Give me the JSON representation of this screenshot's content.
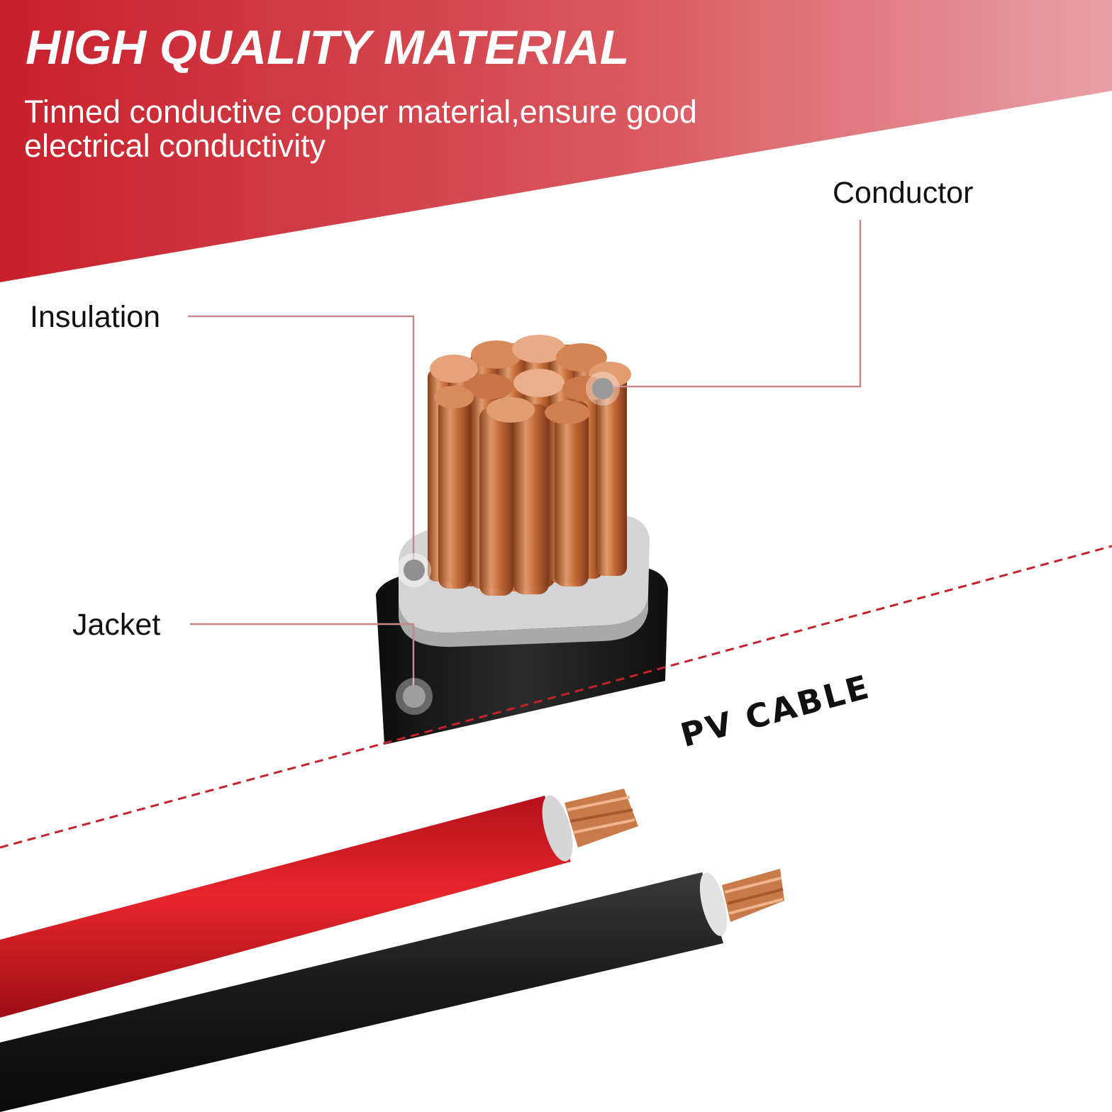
{
  "banner": {
    "headline": "HIGH QUALITY MATERIAL",
    "description": "Tinned conductive copper material,ensure good electrical conductivity"
  },
  "callouts": {
    "conductor": "Conductor",
    "insulation": "Insulation",
    "jacket": "Jacket"
  },
  "product_label": "PV CABLE",
  "colors": {
    "banner_red": "#c8202c",
    "banner_light": "#e8a0a6",
    "leader_line": "#c9878c",
    "copper": "#c8743e",
    "jacket_black": "#1c1c1c",
    "insulation_gray": "#d6d6d6",
    "cable_red": "#d91b1f"
  }
}
